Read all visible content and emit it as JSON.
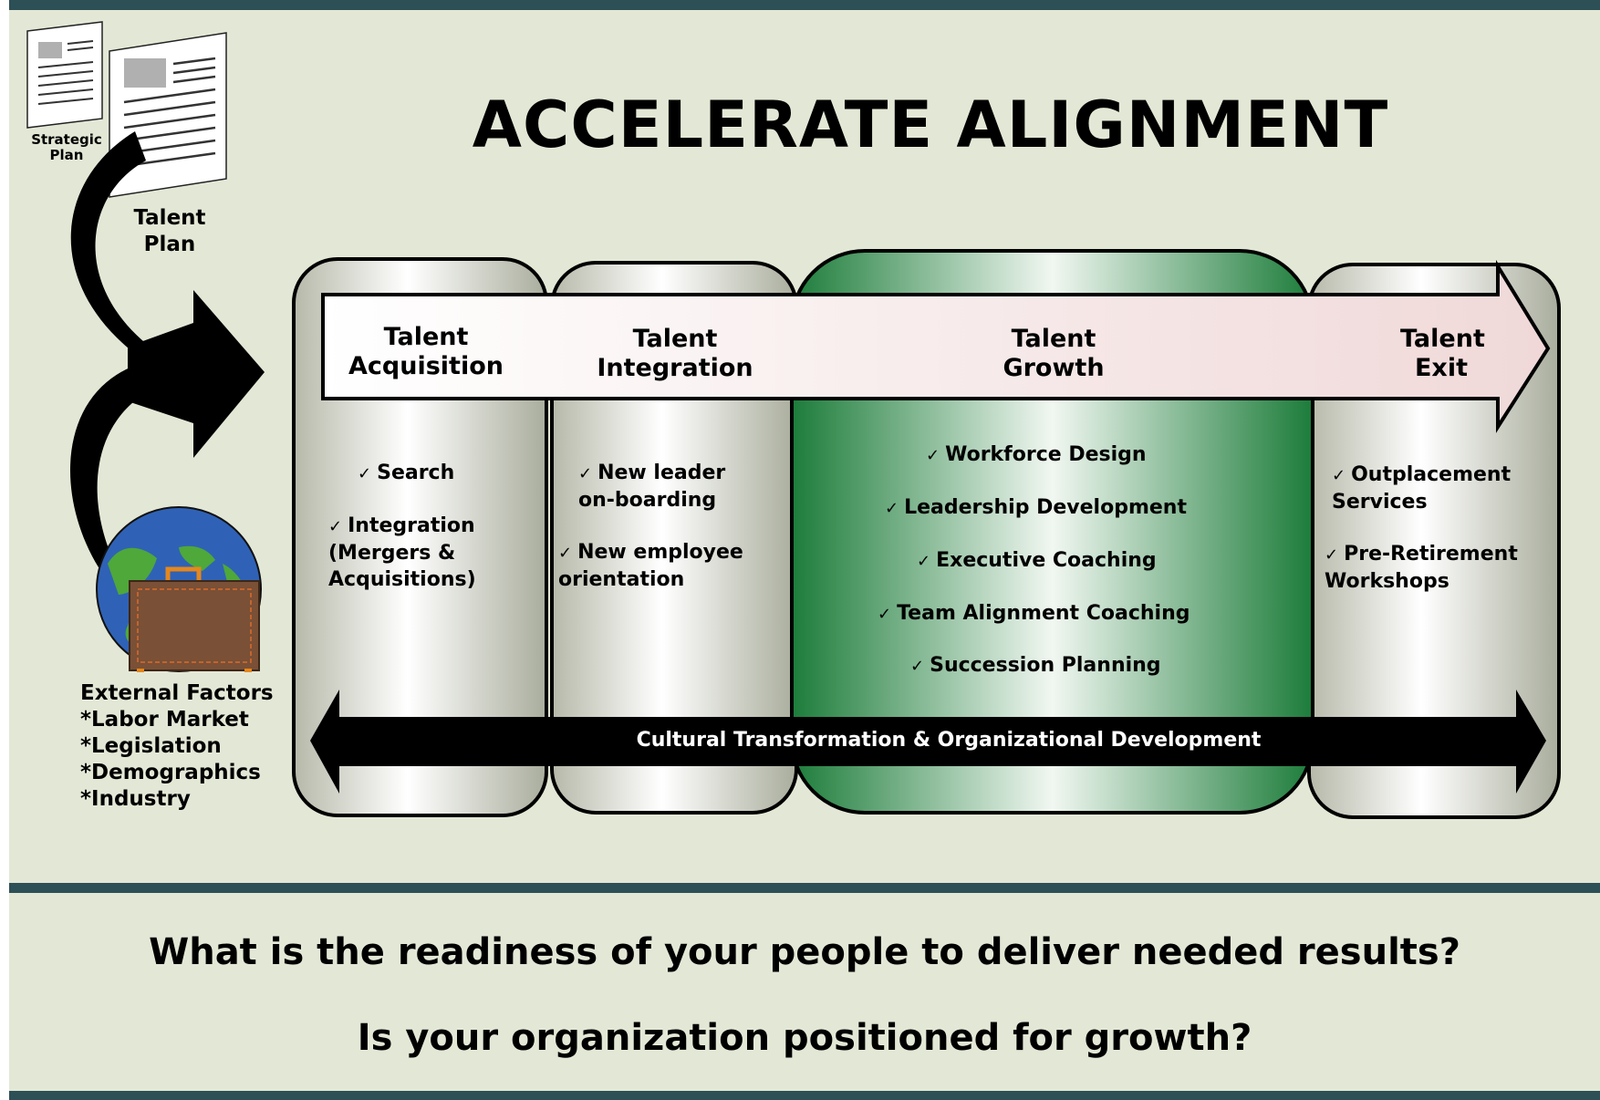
{
  "title": "ACCELERATE ALIGNMENT",
  "strategic_plan_label": "Strategic Plan",
  "talent_plan_label": "Talent Plan",
  "external": {
    "title": "External Factors",
    "items": [
      "*Labor Market",
      "*Legislation",
      "*Demographics",
      "*Industry"
    ]
  },
  "stages": [
    {
      "title": "Talent Acquisition",
      "items": [
        "Search",
        "Integration (Mergers & Acquisitions)"
      ]
    },
    {
      "title": "Talent Integration",
      "items": [
        "New leader on-boarding",
        "New employee orientation"
      ]
    },
    {
      "title": "Talent Growth",
      "items": [
        "Workforce Design",
        "Leadership Development",
        "Executive Coaching",
        "Team Alignment Coaching",
        "Succession Planning"
      ]
    },
    {
      "title": "Talent Exit",
      "items": [
        "Outplacement Services",
        "Pre-Retirement Workshops"
      ]
    }
  ],
  "band_label": "Cultural Transformation & Organizational Development",
  "questions": [
    "What is the readiness of your people to deliver needed results?",
    "Is your organization positioned for growth?"
  ],
  "colors": {
    "bar": "#2d4f56",
    "background": "#e3e8d6",
    "growth_green": "#1c7c3a",
    "arrow_pink": "#f3dede"
  },
  "icons": [
    "document-icon",
    "curved-arrow-icon",
    "globe-icon",
    "briefcase-icon",
    "check-icon"
  ]
}
